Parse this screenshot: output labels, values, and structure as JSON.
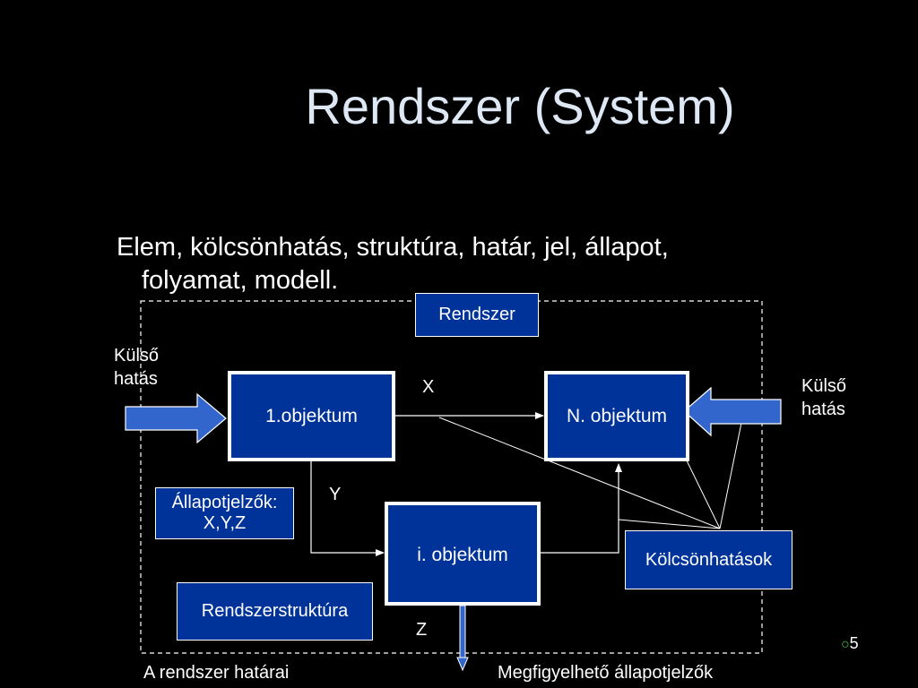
{
  "slide": {
    "title": "Rendszer (System)",
    "bullet_line1": "Elem, kölcsönhatás, struktúra, határ, jel, állapot,",
    "bullet_line2": "folyamat, modell.",
    "page_number": "5",
    "page_marker": "○"
  },
  "diagram": {
    "system_label": "Rendszer",
    "object_1": "1.objektum",
    "object_n": "N. objektum",
    "object_i": "i. objektum",
    "state_indicators_line1": "Állapotjelzők:",
    "state_indicators_line2": "X,Y,Z",
    "structure": "Rendszerstruktúra",
    "interactions": "Kölcsönhatások",
    "signal_x": "X",
    "signal_y": "Y",
    "signal_z": "Z",
    "external_left_line1": "Külső",
    "external_left_line2": "hatás",
    "external_right_line1": "Külső",
    "external_right_line2": "hatás",
    "boundary_caption": "A rendszer határai",
    "observable_caption": "Megfigyelhető állapotjelzők"
  },
  "colors": {
    "background": "#000000",
    "title": "#dde8f4",
    "box_fill": "#003399",
    "fat_arrow_fill": "#3366cc",
    "page_marker": "#44cc44"
  }
}
